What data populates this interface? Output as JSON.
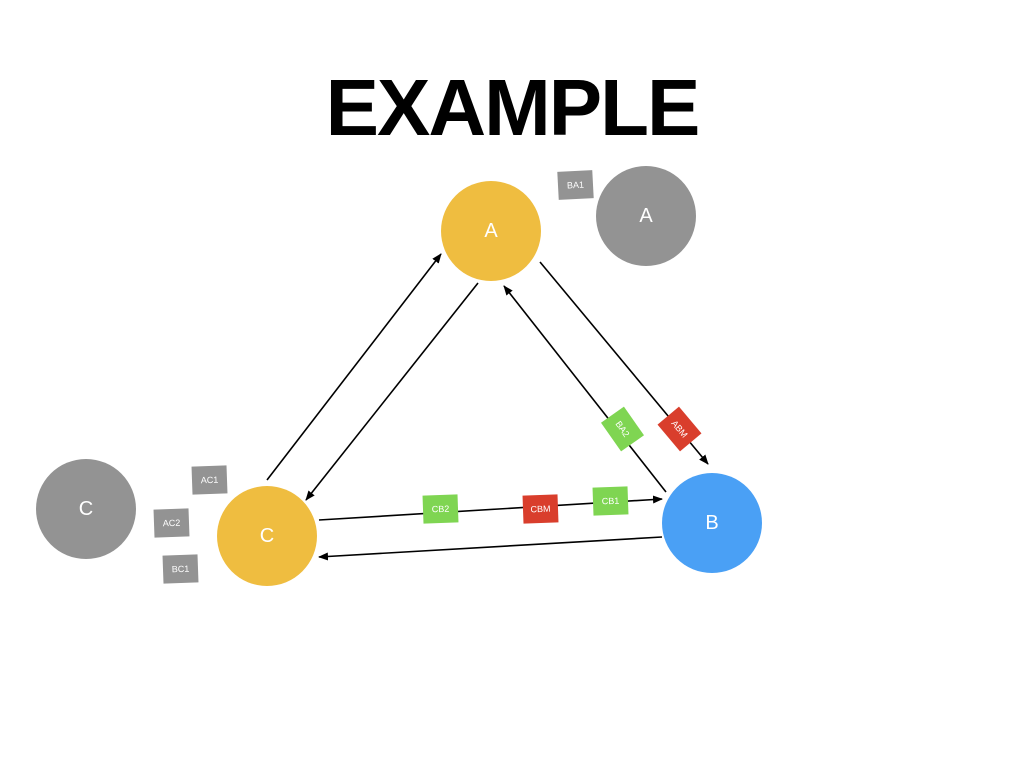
{
  "title": "EXAMPLE",
  "colors": {
    "yellow": "#efbd40",
    "blue": "#4aa0f5",
    "gray": "#939393",
    "green": "#7fd552",
    "red": "#d93e2c"
  },
  "nodes": {
    "a_main": {
      "label": "A"
    },
    "b_main": {
      "label": "B"
    },
    "c_main": {
      "label": "C"
    },
    "a_ghost": {
      "label": "A"
    },
    "c_ghost": {
      "label": "C"
    }
  },
  "tags": {
    "ba1": "BA1",
    "ba2": "BA2",
    "abm": "ABM",
    "ac1": "AC1",
    "ac2": "AC2",
    "bc1": "BC1",
    "cb1": "CB1",
    "cb2": "CB2",
    "cbm": "CBM"
  },
  "edges": [
    {
      "from": "C",
      "to": "A"
    },
    {
      "from": "A",
      "to": "C"
    },
    {
      "from": "A",
      "to": "B"
    },
    {
      "from": "B",
      "to": "A"
    },
    {
      "from": "C",
      "to": "B"
    },
    {
      "from": "B",
      "to": "C"
    }
  ]
}
